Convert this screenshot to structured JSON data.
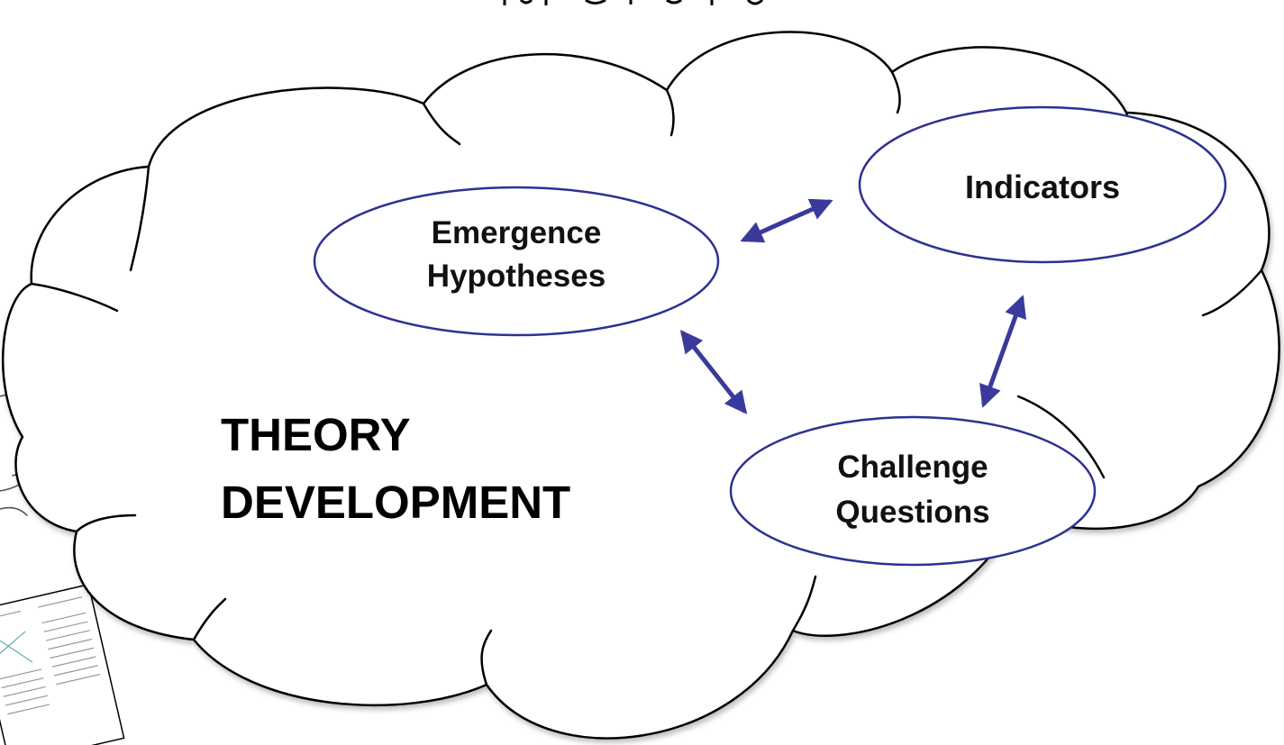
{
  "diagram": {
    "main_label_lines": [
      "THEORY",
      "DEVELOPMENT"
    ],
    "nodes": [
      {
        "id": "emergence",
        "lines": [
          "Emergence",
          "Hypotheses"
        ]
      },
      {
        "id": "indicators",
        "lines": [
          "Indicators"
        ]
      },
      {
        "id": "challenge",
        "lines": [
          "Challenge",
          "Questions"
        ]
      }
    ],
    "edges": [
      {
        "from": "emergence",
        "to": "indicators",
        "type": "bidirectional"
      },
      {
        "from": "emergence",
        "to": "challenge",
        "type": "bidirectional"
      },
      {
        "from": "indicators",
        "to": "challenge",
        "type": "bidirectional"
      }
    ],
    "colors": {
      "node_outline": "#2e3192",
      "arrow": "#3a3a9c",
      "cloud_outline": "#000000",
      "text": "#111111"
    }
  }
}
